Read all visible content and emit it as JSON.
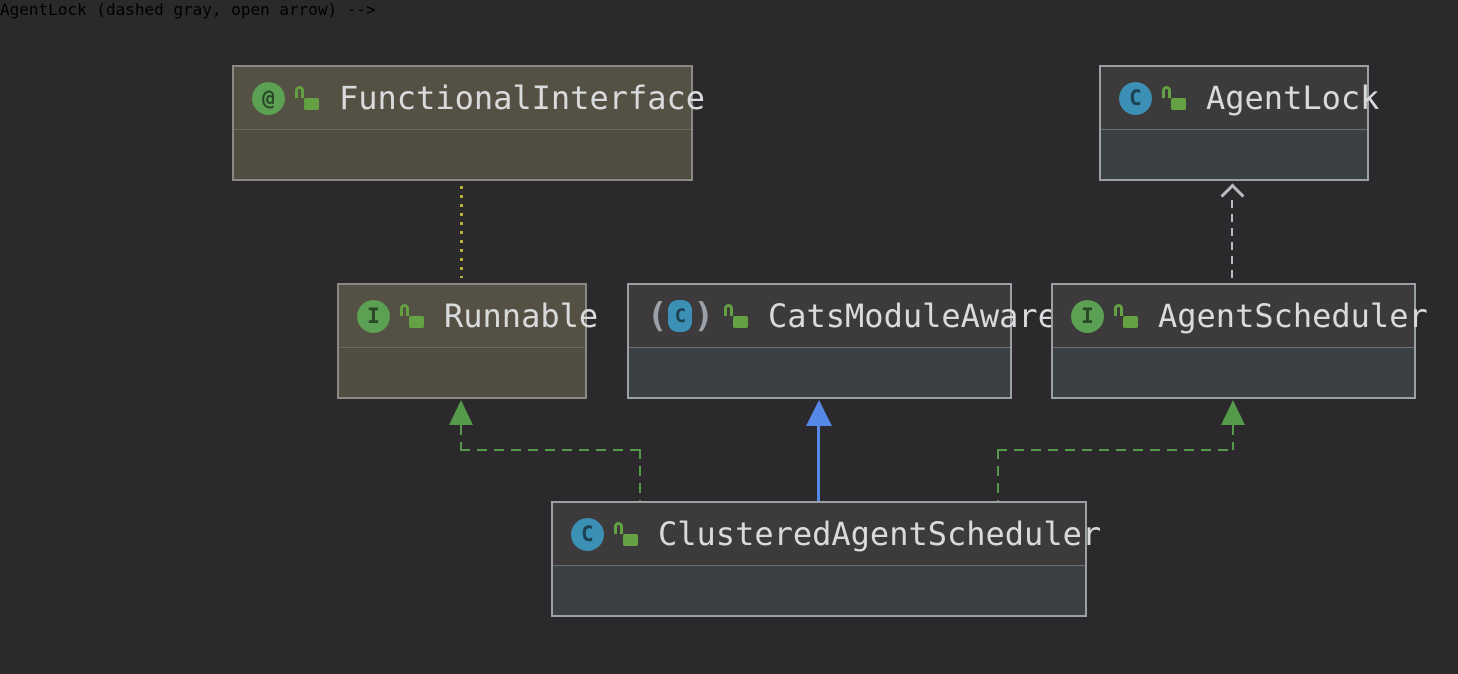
{
  "diagram": {
    "kind": "uml-class-diagram",
    "background_color": "#2b292c",
    "colors": {
      "library_node_fill": "#514d40",
      "project_node_header": "#3c3a3b",
      "project_node_body": "#3b4045",
      "node_border": "#9ba0a3",
      "label_text": "#d8dadc",
      "annotation_edge": "#b9b135",
      "dependency_edge": "#b9bcbe",
      "realization_edge": "#549a4a",
      "inheritance_edge": "#5688e8",
      "interface_badge": "#5ba053",
      "class_badge": "#3d90b5",
      "lock_icon": "#64a143"
    },
    "nodes": {
      "functional_interface": {
        "label": "FunctionalInterface",
        "type": "annotation",
        "icon_letter": "@",
        "access": "public",
        "origin": "library"
      },
      "agent_lock": {
        "label": "AgentLock",
        "type": "class",
        "icon_letter": "C",
        "access": "public",
        "origin": "project"
      },
      "runnable": {
        "label": "Runnable",
        "type": "interface",
        "icon_letter": "I",
        "access": "public",
        "origin": "library"
      },
      "cats_module_aware": {
        "label": "CatsModuleAware",
        "type": "abstract-class",
        "icon_letter": "C",
        "access": "public",
        "origin": "project"
      },
      "agent_scheduler": {
        "label": "AgentScheduler",
        "type": "interface",
        "icon_letter": "I",
        "access": "public",
        "origin": "project"
      },
      "clustered_agent_scheduler": {
        "label": "ClusteredAgentScheduler",
        "type": "class",
        "icon_letter": "C",
        "access": "public",
        "origin": "project"
      }
    },
    "edges": [
      {
        "from": "Runnable",
        "to": "FunctionalInterface",
        "relation": "annotation",
        "line": "dotted",
        "color": "#b9b135",
        "arrowhead": "none"
      },
      {
        "from": "AgentScheduler",
        "to": "AgentLock",
        "relation": "dependency",
        "line": "dashed",
        "color": "#b9bcbe",
        "arrowhead": "open"
      },
      {
        "from": "ClusteredAgentScheduler",
        "to": "Runnable",
        "relation": "realization",
        "line": "dashed",
        "color": "#549a4a",
        "arrowhead": "filled-triangle"
      },
      {
        "from": "ClusteredAgentScheduler",
        "to": "AgentScheduler",
        "relation": "realization",
        "line": "dashed",
        "color": "#549a4a",
        "arrowhead": "filled-triangle"
      },
      {
        "from": "ClusteredAgentScheduler",
        "to": "CatsModuleAware",
        "relation": "inheritance",
        "line": "solid",
        "color": "#5688e8",
        "arrowhead": "filled-triangle"
      }
    ]
  }
}
